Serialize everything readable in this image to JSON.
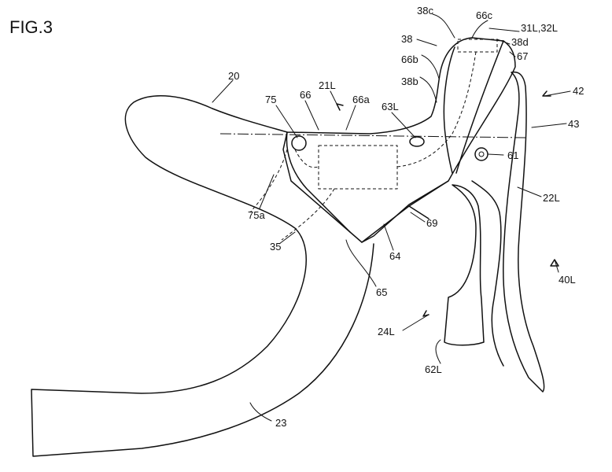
{
  "figure": {
    "title": "FIG.3",
    "labels": {
      "l20": "20",
      "l21L": "21L",
      "l75": "75",
      "l66": "66",
      "l66a": "66a",
      "l63L": "63L",
      "l38c": "38c",
      "l66c": "66c",
      "l31L32L": "31L,32L",
      "l38": "38",
      "l38d": "38d",
      "l66b": "66b",
      "l67": "67",
      "l38b": "38b",
      "l42": "42",
      "l43": "43",
      "l61": "61",
      "l22L": "22L",
      "l75a": "75a",
      "l69": "69",
      "l35": "35",
      "l64": "64",
      "l65": "65",
      "l40L": "40L",
      "l24L": "24L",
      "l62L": "62L",
      "l23": "23"
    }
  }
}
